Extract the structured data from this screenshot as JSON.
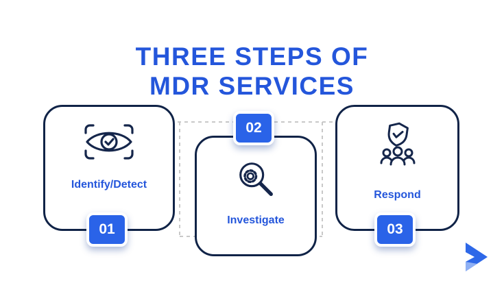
{
  "title": {
    "line1": "THREE STEPS OF",
    "line2": "MDR SERVICES"
  },
  "steps": [
    {
      "number": "01",
      "label": "Identify/Detect",
      "icon": "eye-scan-icon",
      "badge_position": "bottom"
    },
    {
      "number": "02",
      "label": "Investigate",
      "icon": "magnifier-gear-icon",
      "badge_position": "top"
    },
    {
      "number": "03",
      "label": "Respond",
      "icon": "shield-team-icon",
      "badge_position": "bottom"
    }
  ],
  "colors": {
    "accent_blue": "#2456db",
    "badge_blue": "#2a63e8",
    "card_border_navy": "#102347",
    "icon_navy": "#15264b",
    "connector_gray": "#c8c8c8",
    "background": "#ffffff"
  }
}
